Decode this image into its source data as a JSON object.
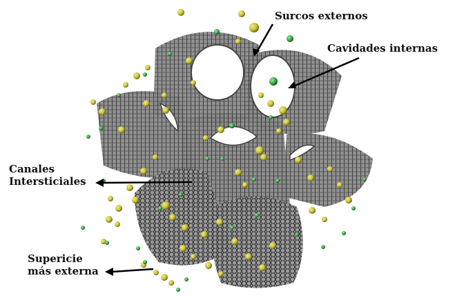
{
  "labels": {
    "surcos": "Surcos externos",
    "cavidades": "Cavidades internas",
    "canales": [
      "Canales",
      "Intersticiales"
    ],
    "superficie": [
      "Supericie",
      "más externa"
    ]
  },
  "colors": {
    "nanotube_mesh": "#3a3a3a",
    "nanotube_dark": "#555555",
    "yellow_particle": "#c9c23a",
    "green_particle": "#3ea84a",
    "arrow": "#000000"
  },
  "diagram": {
    "subject": "carbon nanotube bundle",
    "tube_count": 7,
    "particle_types": [
      "yellow-particle",
      "green-particle"
    ]
  }
}
